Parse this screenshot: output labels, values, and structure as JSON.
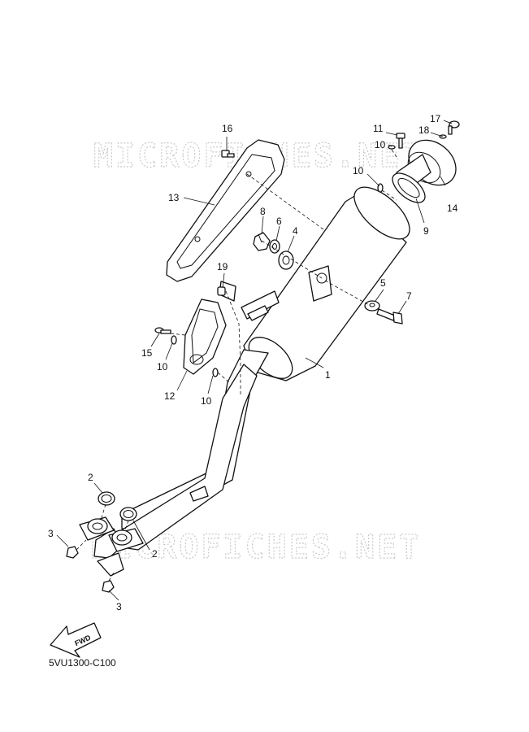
{
  "watermarks": [
    "MICROFICHES.NET",
    "MICROFICHES.NET"
  ],
  "fwd_label": "FWD",
  "diagram_code": "5VU1300-C100",
  "callouts": [
    "16",
    "13",
    "11",
    "10",
    "18",
    "17",
    "10",
    "14",
    "9",
    "8",
    "6",
    "4",
    "19",
    "5",
    "7",
    "15",
    "10",
    "12",
    "10",
    "1",
    "2",
    "3",
    "2",
    "3"
  ]
}
